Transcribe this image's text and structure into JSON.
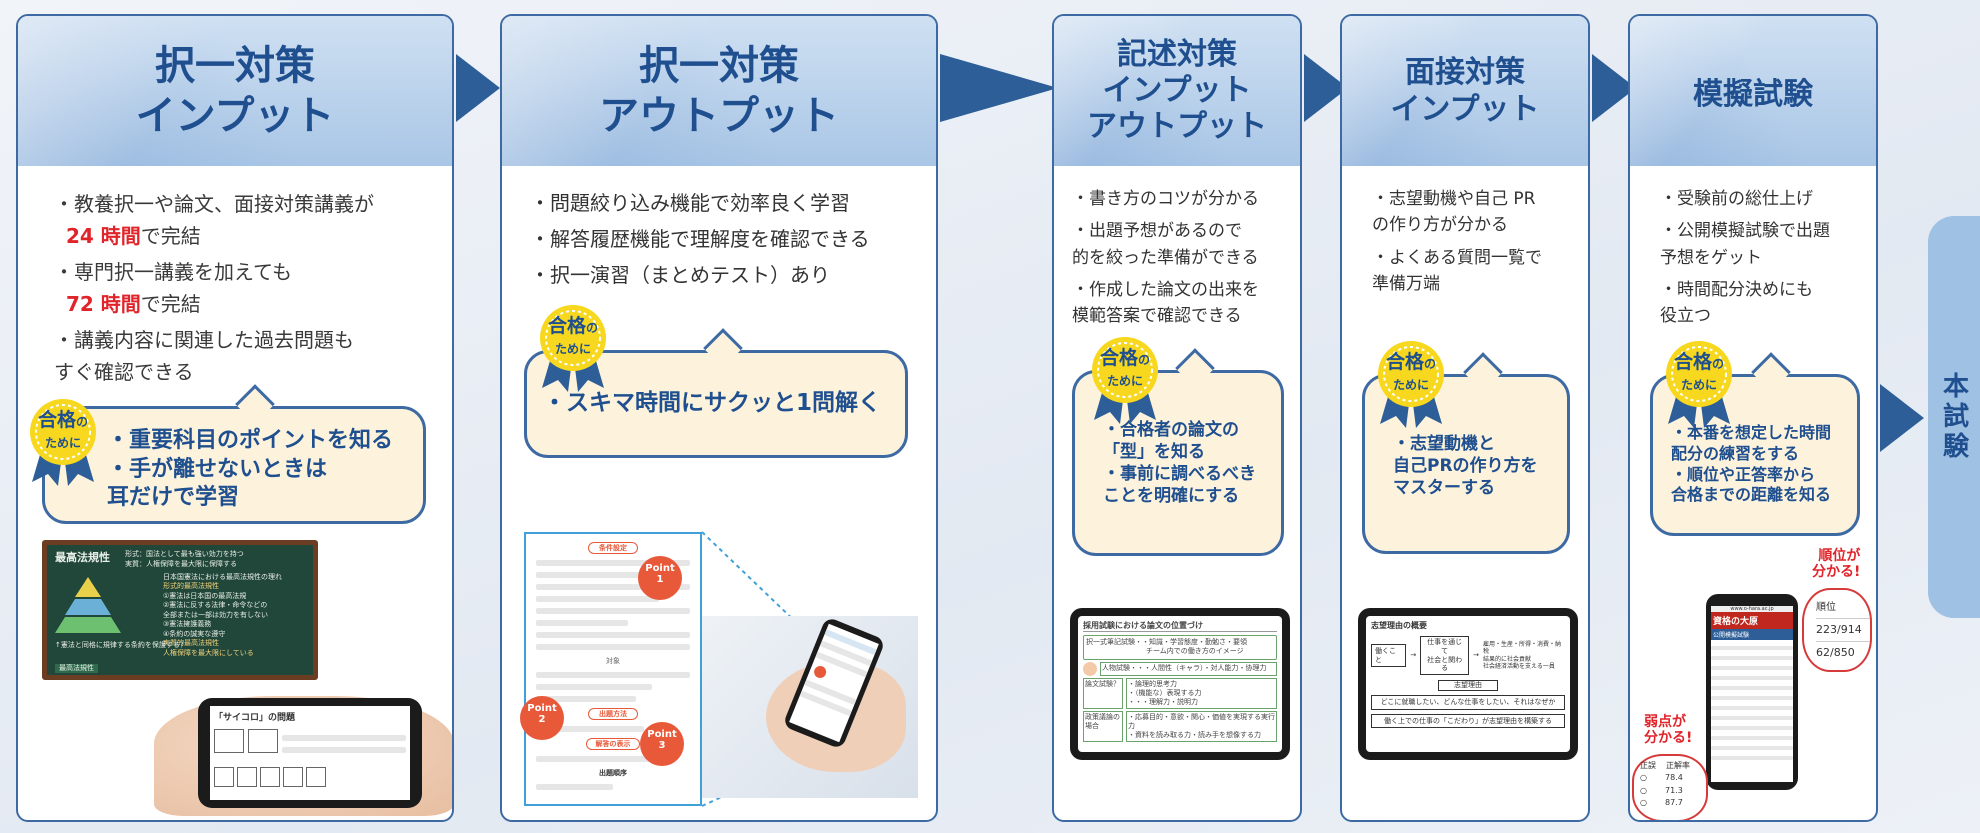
{
  "panels": [
    {
      "title": "択一対策\nインプット"
    },
    {
      "title": "択一対策\nアウトプット"
    },
    {
      "title": "記述対策\nインプット\nアウトプット"
    },
    {
      "title": "面接対策\nインプット"
    },
    {
      "title": "模擬試験"
    }
  ],
  "p1": {
    "b1a": "・教養択一や論文、面接対策講義が",
    "b1b": "24 時間",
    "b1c": "で完結",
    "b2a": "・専門択一講義を加えても",
    "b2b": "72 時間",
    "b2c": "で完結",
    "b3": "・講義内容に関連した過去問題も\n すぐ確認できる",
    "callout": "・重要科目のポイントを知る\n・手が離せないときは\n 耳だけで学習",
    "board_title": "最高法規性",
    "board_sub1": "形式：国法として最も強い効力を持つ",
    "board_sub2": "実質：人権保障を最大限に保障する",
    "board_list": [
      "日本国憲法における最高法規性の理れ",
      "形式的最高法規性",
      "①憲法は日本国の最高法規",
      "②憲法に反する法律・命令などの",
      " 全部または一部は効力を有しない",
      "③憲法擁護義務",
      "④条約の誠実な遵守",
      "実質的最高法規性",
      "人権保障を最大限にしている"
    ],
    "board_footer": "最高法規性",
    "board_note": "↑憲法と同格に規律する条約を保護する？",
    "sheet_title": "「サイコロ」の問題"
  },
  "p2": {
    "bullets": [
      "・問題絞り込み機能で効率良く学習",
      "・解答履歴機能で理解度を確認できる",
      "・択一演習（まとめテスト）あり"
    ],
    "callout": "・スキマ時間にサクッと1問解く",
    "form_tag1": "条件設定",
    "form_tag2": "出題方法",
    "form_tag3": "解答の表示",
    "form_tag4": "出題順序",
    "form_section": "対象",
    "points": [
      "Point\n1",
      "Point\n2",
      "Point\n3"
    ]
  },
  "p3": {
    "bullets": [
      "・書き方のコツが分かる",
      "・出題予想があるので\n 的を絞った準備ができる",
      "・作成した論文の出来を\n 模範答案で確認できる"
    ],
    "callout": "・合格者の論文の\n 「型」を知る\n・事前に調べるべき\n ことを明確にする",
    "doc_title": "採用試験における論文の位置づけ",
    "doc_rows": [
      "択一式筆記試験・・知識・学習態度・勤勉さ・要領",
      "チーム内での働き方のイメージ",
      "人物試験・・・人間性（キャラ）・対人能力・协理力",
      "論文試験？",
      "・論理的思考力",
      "・（機能な）表現する力",
      "・・・理解力・説明力",
      "・応募目的・意欲・関心・価値を実現する実行力",
      "・資料を読み取る力・読み手を想像する力"
    ],
    "doc_labels": [
      "論文試験？",
      "政策議論の場合"
    ]
  },
  "p4": {
    "bullets": [
      "・志望動機や自己 PR\n の作り方が分かる",
      "・よくある質問一覧で\n 準備万端"
    ],
    "callout": "・志望動機と\n 自己PRの作り方を\n マスターする",
    "doc_title": "志望理由の概要",
    "doc_a": "働くこと",
    "doc_b": "仕事を通じて\n社会と関わる",
    "doc_c": "雇用・生産・所得・消費・納税\n結果的に社会貢献\n社会経済活動を支える一員",
    "doc_d": "志望理由",
    "doc_e": "どこに就職したい、どんな仕事をしたい、それはなぜか",
    "doc_f": "働く上での仕事の「こだわり」が志望理由を構築する"
  },
  "p5": {
    "bullets": [
      "・受験前の総仕上げ",
      "・公開模擬試験で出題\n 予想をゲット",
      "・時間配分決めにも\n 役立つ"
    ],
    "callout": "・本番を想定した時間\n 配分の練習をする\n・順位や正答率から\n 合格までの距離を知る",
    "rank_label": "順位が\n分かる!",
    "rank_header": "順位",
    "rank_values": [
      "223/914",
      "62/850"
    ],
    "weak_label": "弱点が\n分かる!",
    "weak_header1": "正誤",
    "weak_header2": "正解率",
    "weak_values": [
      "78.4",
      "71.3",
      "87.7"
    ],
    "phone_banner": "資格の大原",
    "phone_sub": "公開模擬試験",
    "phone_url": "www.o-hara.ac.jp"
  },
  "badge": {
    "line1": "合格",
    "line1_small": "の",
    "line2": "ために"
  },
  "side": {
    "label": "本試験"
  }
}
